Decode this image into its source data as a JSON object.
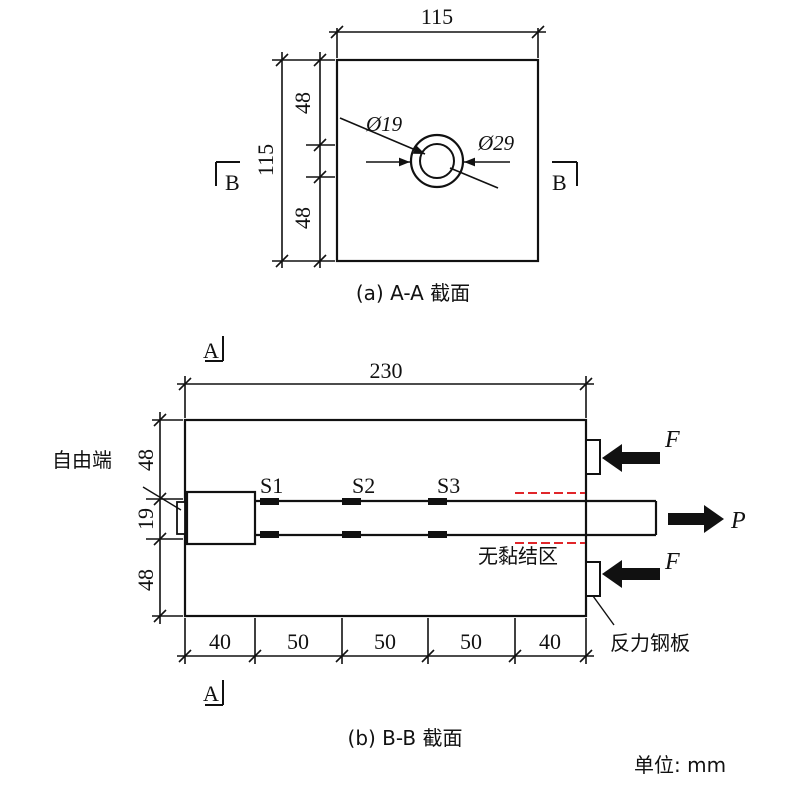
{
  "section_a": {
    "top_width": "115",
    "left_height": "115",
    "upper_dim": "48",
    "lower_dim": "48",
    "inner_diameter": "Ø19",
    "outer_diameter": "Ø29",
    "cut_left": "B",
    "cut_right": "B",
    "caption": "(a) A-A 截面"
  },
  "section_b": {
    "overall_length": "230",
    "upper_dim": "48",
    "middle_dim": "19",
    "lower_dim": "48",
    "bottom_dims": [
      "40",
      "50",
      "50",
      "50",
      "40"
    ],
    "gauges": [
      "S1",
      "S2",
      "S3"
    ],
    "free_end_label": "自由端",
    "unbonded_label": "无黏结区",
    "reaction_plate_label": "反力钢板",
    "force_top": "F",
    "force_bottom": "F",
    "pull_force": "P",
    "cut_top": "A",
    "cut_bottom": "A",
    "caption": "(b) B-B 截面"
  },
  "unit_label": "单位: mm",
  "colors": {
    "line": "#111111",
    "unbonded_marks": "#e0262a"
  }
}
